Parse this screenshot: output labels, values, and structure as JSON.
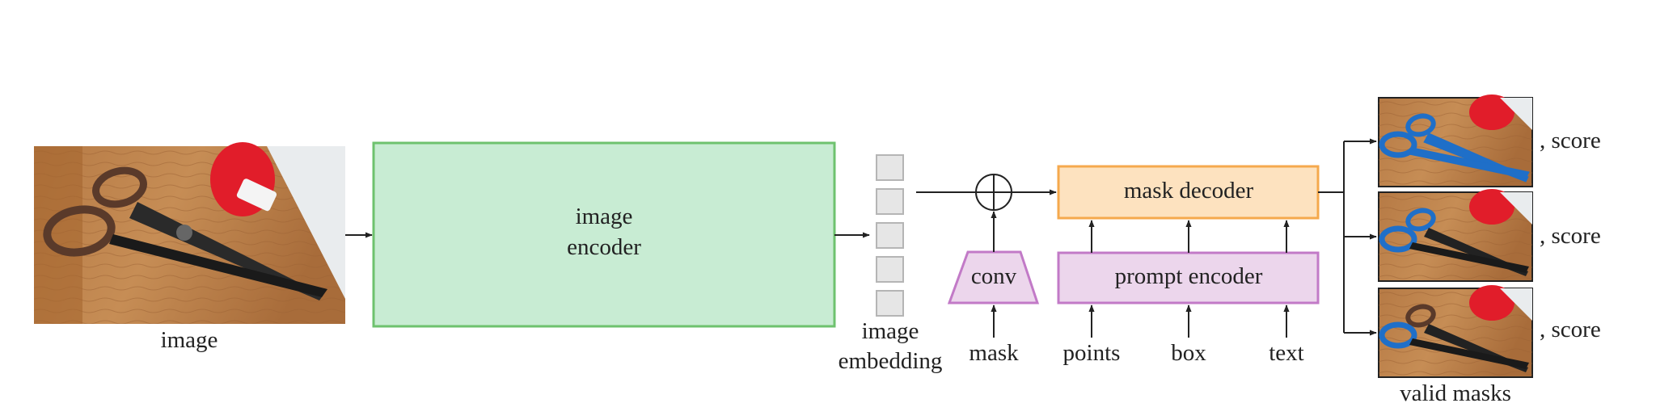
{
  "input_image": {
    "caption": "image",
    "icon": "scissors-photo"
  },
  "image_encoder": {
    "label_line1": "image",
    "label_line2": "encoder",
    "color_fill": "#c8ecd3",
    "color_border": "#6ec26e"
  },
  "embedding": {
    "label_line1": "image",
    "label_line2": "embedding",
    "color_fill": "#e6e6e6",
    "color_border": "#b5b5b5"
  },
  "sum_node": {
    "icon": "circle-plus"
  },
  "conv": {
    "label": "conv",
    "input_label": "mask",
    "color_fill": "#ecd6ec",
    "color_border": "#c27ac7"
  },
  "mask_decoder": {
    "label": "mask decoder",
    "color_fill": "#fde2bf",
    "color_border": "#f5a94d"
  },
  "prompt_encoder": {
    "label": "prompt encoder",
    "inputs": [
      "points",
      "box",
      "text"
    ],
    "color_fill": "#ecd6ec",
    "color_border": "#c27ac7"
  },
  "outputs": {
    "items": [
      {
        "score_label": ", score",
        "icon": "scissors-mask-full"
      },
      {
        "score_label": ", score",
        "icon": "scissors-mask-handle"
      },
      {
        "score_label": ", score",
        "icon": "scissors-mask-loop"
      }
    ],
    "caption": "valid masks",
    "mask_color": "#1f6fc8"
  }
}
